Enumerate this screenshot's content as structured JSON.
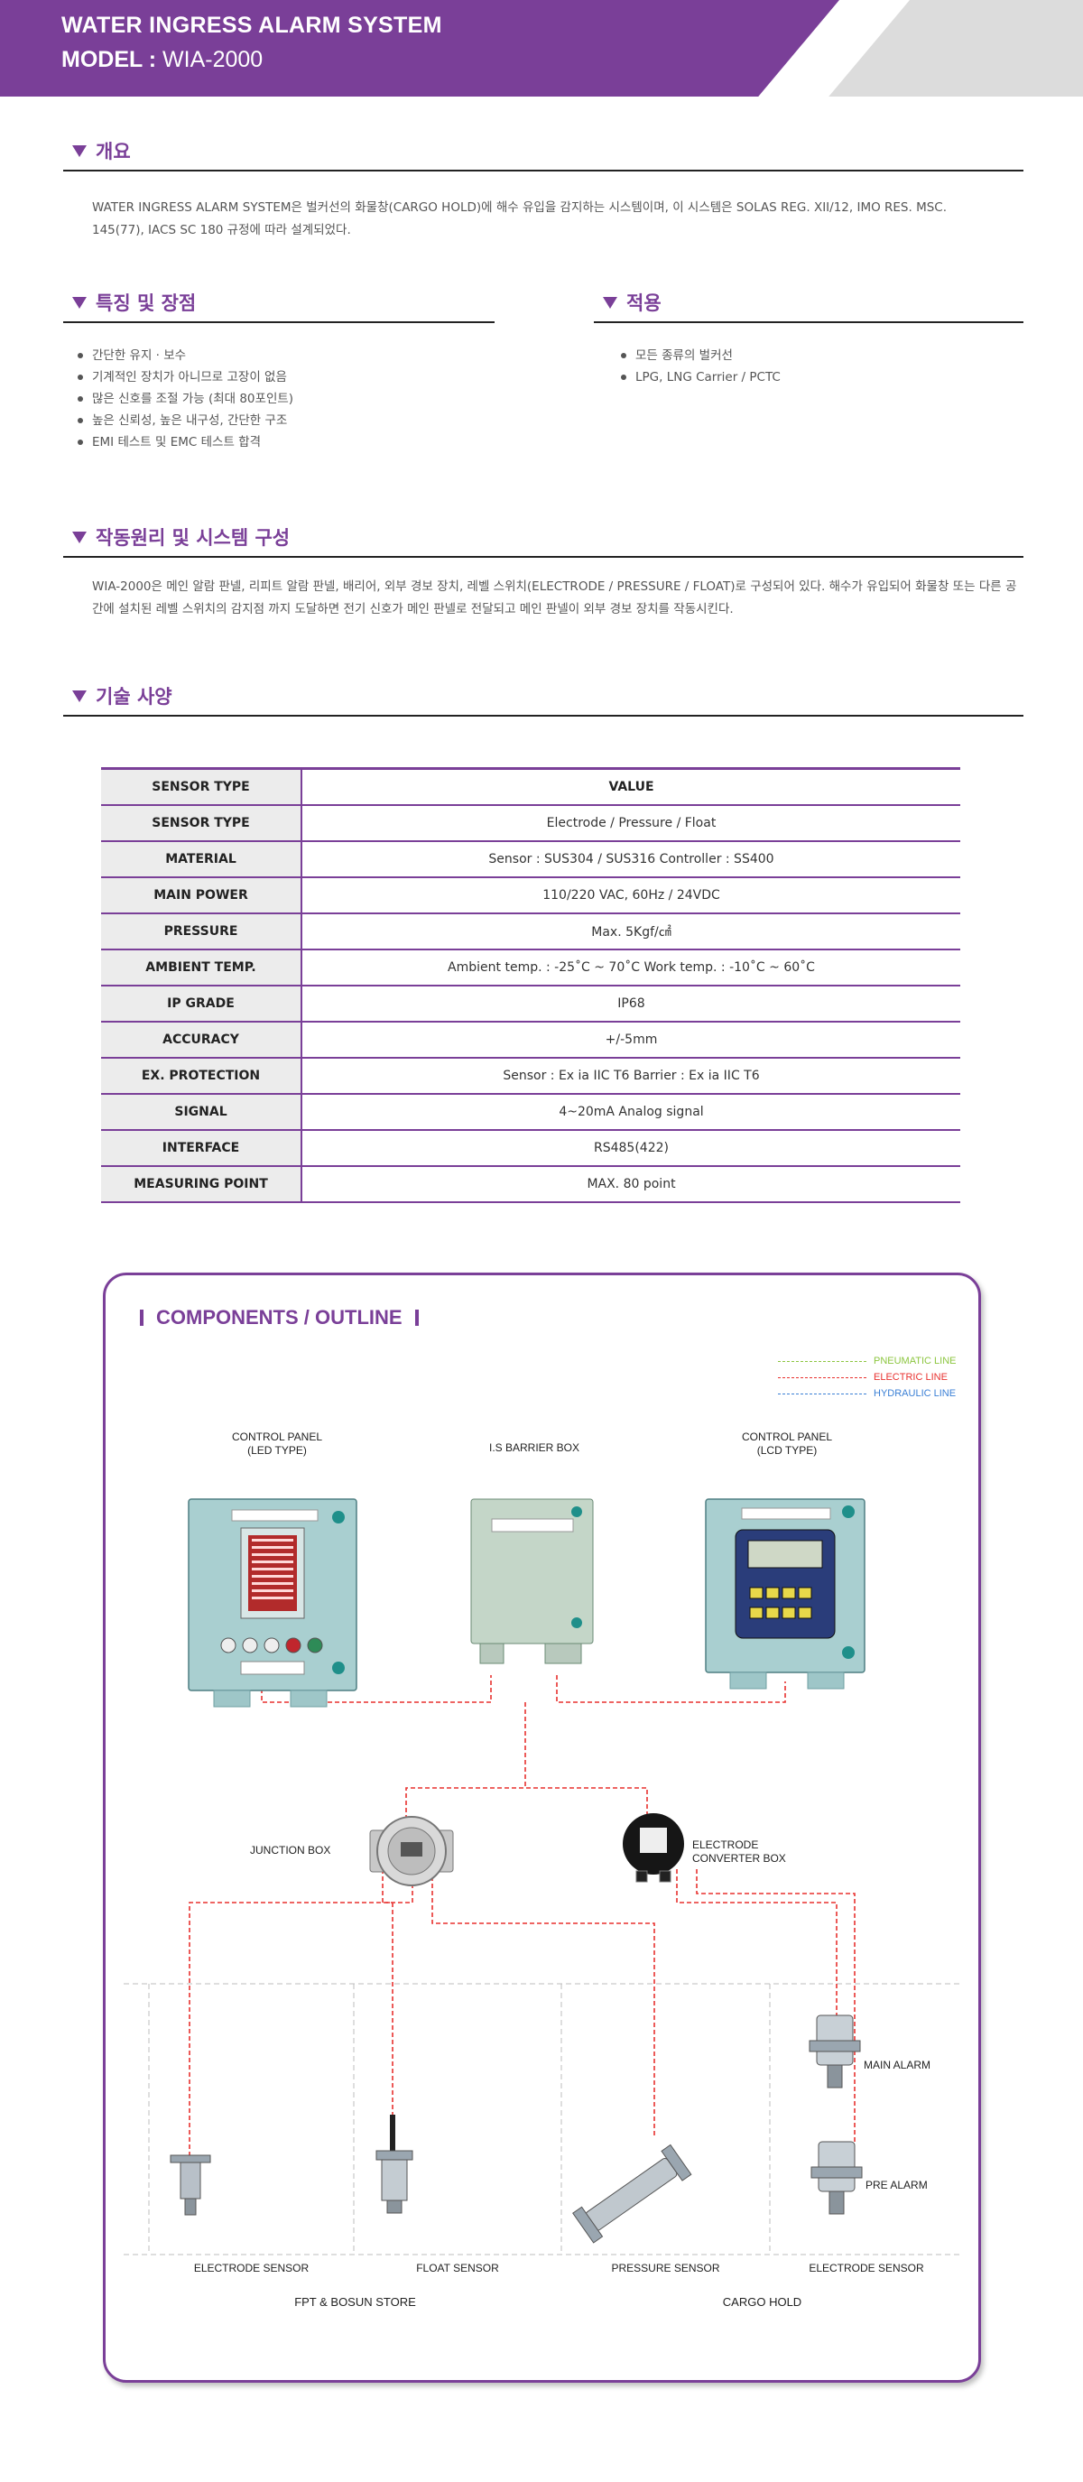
{
  "header": {
    "title": "WATER INGRESS ALARM SYSTEM",
    "model_label": "MODEL :",
    "model_value": "WIA-2000"
  },
  "overview": {
    "heading": "개요",
    "text": "WATER INGRESS ALARM SYSTEM은 벌커선의 화물창(CARGO HOLD)에 해수 유입을 감지하는 시스템이며, 이 시스템은 SOLAS REG. XII/12, IMO RES. MSC. 145(77), IACS SC 180 규정에 따라 설계되었다."
  },
  "features": {
    "heading": "특징 및 장점",
    "items": [
      "간단한 유지 · 보수",
      "기계적인 장치가 아니므로 고장이 없음",
      "많은 신호를 조절 가능 (최대 80포인트)",
      "높은 신뢰성, 높은 내구성, 간단한 구조",
      "EMI 테스트 및 EMC 테스트 합격"
    ]
  },
  "application": {
    "heading": "적용",
    "items": [
      "모든 종류의 벌커선",
      "LPG, LNG Carrier / PCTC"
    ]
  },
  "principle": {
    "heading": "작동원리 및 시스템 구성",
    "text": "WIA-2000은 메인 알람 판넬, 리피트 알람 판넬, 배리어, 외부 경보 장치, 레벨 스위치(ELECTRODE / PRESSURE / FLOAT)로 구성되어 있다. 해수가 유입되어 화물창 또는 다른 공간에 설치된 레벨 스위치의 감지점 까지 도달하면 전기 신호가 메인 판넬로 전달되고 메인 판넬이 외부 경보 장치를 작동시킨다."
  },
  "specs": {
    "heading": "기술 사양",
    "col_key": "SENSOR TYPE",
    "col_value": "VALUE",
    "rows": [
      {
        "k": "SENSOR TYPE",
        "v": "Electrode / Pressure / Float"
      },
      {
        "k": "MATERIAL",
        "v": "Sensor : SUS304 / SUS316 Controller : SS400"
      },
      {
        "k": "MAIN POWER",
        "v": "110/220 VAC, 60Hz / 24VDC"
      },
      {
        "k": "PRESSURE",
        "v": "Max. 5Kgf/㎠"
      },
      {
        "k": "AMBIENT TEMP.",
        "v": "Ambient temp. : -25˚C ~ 70˚C Work temp. : -10˚C ~ 60˚C"
      },
      {
        "k": "IP GRADE",
        "v": "IP68"
      },
      {
        "k": "ACCURACY",
        "v": "+/-5mm"
      },
      {
        "k": "EX. PROTECTION",
        "v": "Sensor : Ex ia IIC T6 Barrier : Ex ia IIC T6"
      },
      {
        "k": "SIGNAL",
        "v": "4~20mA Analog signal"
      },
      {
        "k": "INTERFACE",
        "v": "RS485(422)"
      },
      {
        "k": "MEASURING POINT",
        "v": "MAX. 80 point"
      }
    ]
  },
  "components": {
    "title": "COMPONENTS / OUTLINE",
    "legend": [
      {
        "label": "PNEUMATIC LINE",
        "color": "#8cc63f"
      },
      {
        "label": "ELECTRIC LINE",
        "color": "#e8312f"
      },
      {
        "label": "HYDRAULIC LINE",
        "color": "#3a7fd5"
      }
    ],
    "labels": {
      "cp_led": "CONTROL PANEL",
      "cp_led_sub": "(LED TYPE)",
      "barrier": "I.S BARRIER BOX",
      "cp_lcd": "CONTROL PANEL",
      "cp_lcd_sub": "(LCD TYPE)",
      "junction": "JUNCTION BOX",
      "converter": "ELECTRODE",
      "converter_sub": "CONVERTER BOX",
      "main_alarm": "MAIN ALARM",
      "pre_alarm": "PRE ALARM",
      "electrode_sensor_1": "ELECTRODE SENSOR",
      "float_sensor": "FLOAT SENSOR",
      "pressure_sensor": "PRESSURE SENSOR",
      "electrode_sensor_2": "ELECTRODE SENSOR",
      "zone_1": "FPT & BOSUN STORE",
      "zone_2": "CARGO HOLD"
    },
    "colors": {
      "panel": "#a9cfd0",
      "panel_dark": "#7fb0b3",
      "knob": "#1f8f8a",
      "wire": "#e8312f"
    }
  }
}
